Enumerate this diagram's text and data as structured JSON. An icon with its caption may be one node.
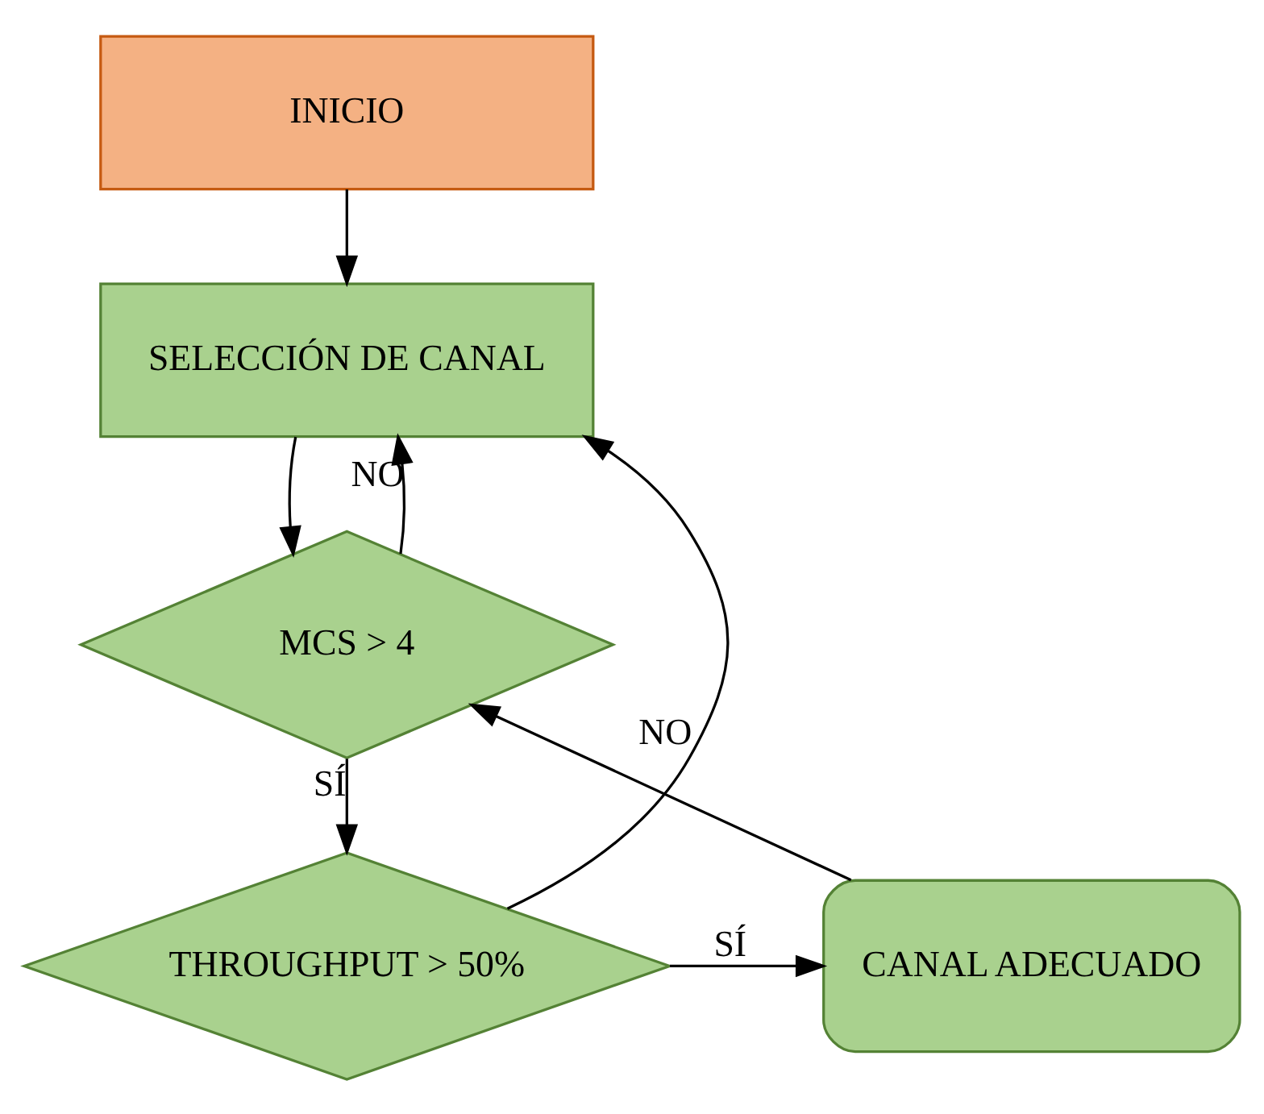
{
  "diagram": {
    "nodes": [
      {
        "text": [
          "INICIO"
        ]
      },
      {
        "text": [
          "SELECCIÓN DE CANAL"
        ]
      },
      {
        "text": [
          "MCS > 4"
        ]
      },
      {
        "text": [
          "THROUGHPUT > 50%"
        ]
      },
      {
        "text": [
          "CANAL ADECUADO"
        ]
      }
    ],
    "edges": [
      {
        "from": 0,
        "to": 1,
        "arrow": "to"
      },
      {
        "from": 1,
        "to": 2,
        "arrow": "to"
      },
      {
        "from": 2,
        "to": 3,
        "arrow": "to",
        "label": "SÍ"
      },
      {
        "from": 2,
        "to": 1,
        "arrow": "to",
        "label": "NO"
      },
      {
        "from": 3,
        "to": 1,
        "arrow": "to",
        "label": "NO"
      },
      {
        "from": 3,
        "to": 4,
        "arrow": "to",
        "label": "SÍ"
      },
      {
        "from": 4,
        "to": 2,
        "arrow": "to"
      }
    ]
  }
}
